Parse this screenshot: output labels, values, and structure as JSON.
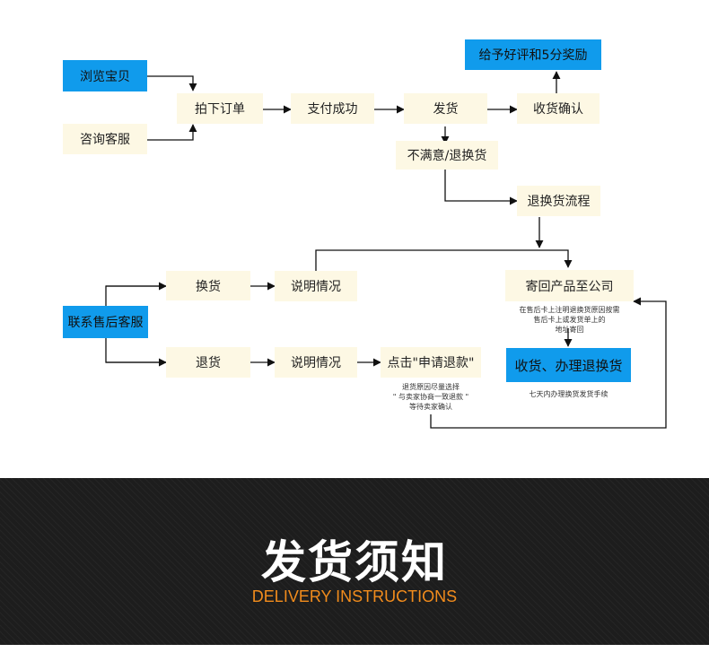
{
  "flow": {
    "browse": "浏览宝贝",
    "consult": "咨询客服",
    "order": "拍下订单",
    "pay": "支付成功",
    "ship": "发货",
    "receive": "收货确认",
    "review": "给予好评和5分奖励",
    "unsatisfied": "不满意/退换货",
    "return_flow": "退换货流程",
    "contact": "联系售后客服",
    "exchange": "换货",
    "refund": "退货",
    "explain1": "说明情况",
    "explain2": "说明情况",
    "click_refund": "点击\"申请退款\"",
    "mail_back": "寄回产品至公司",
    "mail_note": [
      "在售后卡上注明退换货原因按需",
      "售后卡上或发货单上的",
      "地址寄回"
    ],
    "process": "收货、办理退换货",
    "process_note": "七天内办理换货发货手续",
    "refund_note": [
      "退货原因尽量选择",
      "\" 与卖家协商一致退款 \"",
      "等待卖家确认"
    ]
  },
  "banner": {
    "title": "发货须知",
    "subtitle": "DELIVERY INSTRUCTIONS"
  },
  "colors": {
    "blue": "#109bec",
    "cream": "#fdf8e4",
    "banner_bg": "#1d1d1d",
    "subtitle": "#f28c1c"
  }
}
